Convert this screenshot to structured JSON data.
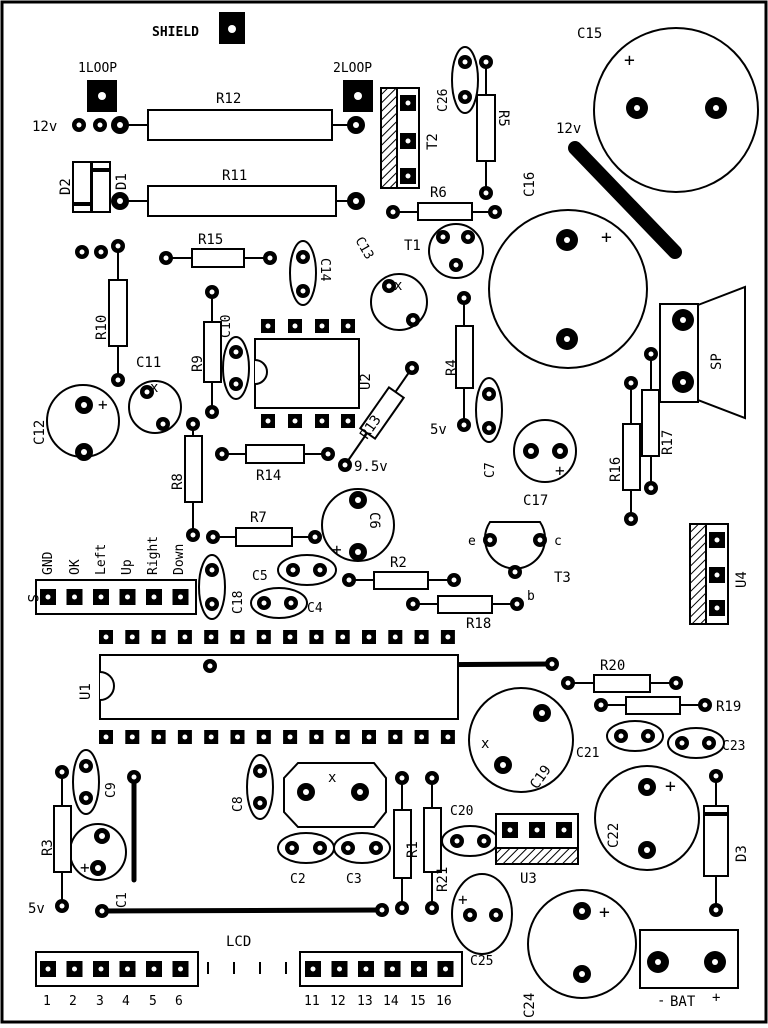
{
  "board": {
    "shield": "SHIELD",
    "loops": [
      "1LOOP",
      "2LOOP"
    ],
    "voltages": {
      "v12_left": "12v",
      "v12_right": "12v",
      "v5_mid": "5v",
      "v5_low": "5v",
      "v9_5": "9.5v"
    },
    "resistors": {
      "r1": "R1",
      "r2": "R2",
      "r3": "R3",
      "r4": "R4",
      "r5": "R5",
      "r6": "R6",
      "r7": "R7",
      "r8": "R8",
      "r9": "R9",
      "r10": "R10",
      "r11": "R11",
      "r12": "R12",
      "r13": "R13",
      "r14": "R14",
      "r15": "R15",
      "r16": "R16",
      "r17": "R17",
      "r18": "R18",
      "r19": "R19",
      "r20": "R20",
      "r21": "R21"
    },
    "capacitors": {
      "c1": "C1",
      "c2": "C2",
      "c3": "C3",
      "c4": "C4",
      "c5": "C5",
      "c6": "C6",
      "c7": "C7",
      "c8": "C8",
      "c9": "C9",
      "c10": "C10",
      "c11": "C11",
      "c12": "C12",
      "c13": "C13",
      "c14": "C14",
      "c15": "C15",
      "c16": "C16",
      "c17": "C17",
      "c18": "C18",
      "c19": "C19",
      "c20": "C20",
      "c21": "C21",
      "c22": "C22",
      "c23": "C23",
      "c24": "C24",
      "c25": "C25",
      "c26": "C26"
    },
    "diodes": {
      "d1": "D1",
      "d2": "D2",
      "d3": "D3"
    },
    "transistors": {
      "t1": "T1",
      "t2": "T2",
      "t3": "T3"
    },
    "chips": {
      "u1": "U1",
      "u2": "U2",
      "u3": "U3",
      "u4": "U4"
    },
    "transistor_pins": {
      "e": "e",
      "c": "c",
      "b": "b"
    },
    "speaker": "SP",
    "button_header": {
      "label": "S",
      "pins": [
        "GND",
        "OK",
        "Left",
        "Up",
        "Right",
        "Down"
      ]
    },
    "lcd": {
      "label": "LCD",
      "pins": [
        "1",
        "2",
        "3",
        "4",
        "5",
        "6",
        "11",
        "12",
        "13",
        "14",
        "15",
        "16"
      ]
    },
    "battery": {
      "label": "BAT",
      "minus": "-",
      "plus": "+"
    },
    "marks": {
      "plus": "+",
      "x": "x"
    }
  }
}
